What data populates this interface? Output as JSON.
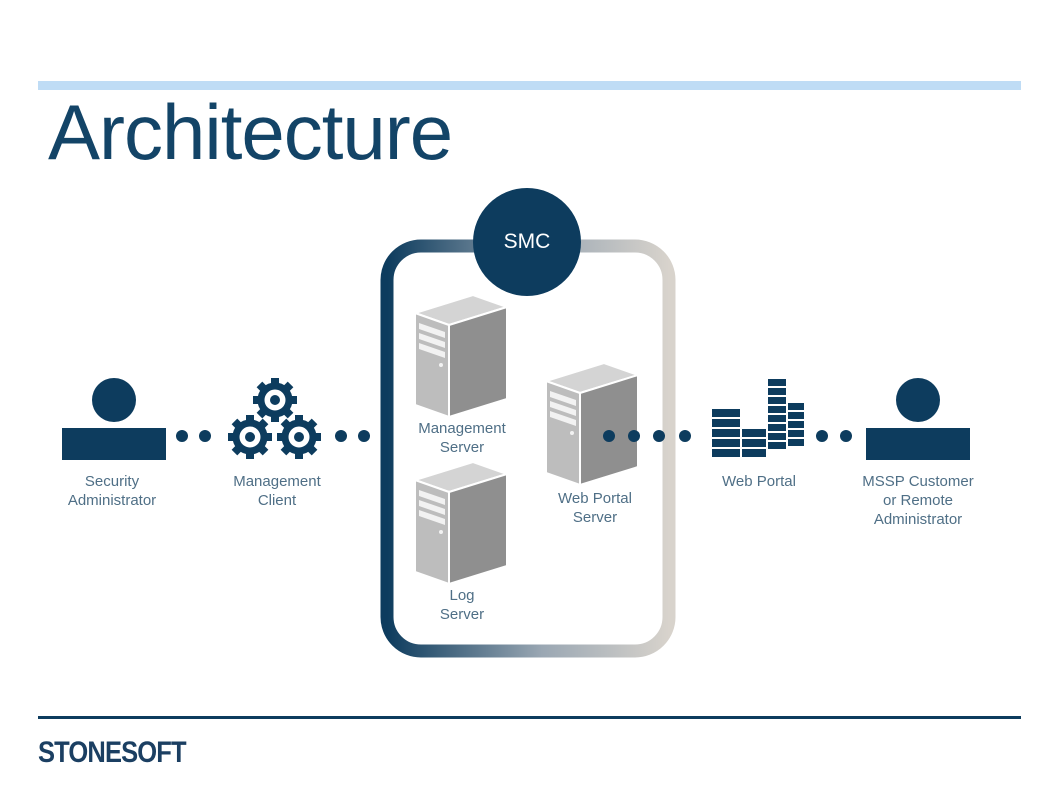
{
  "title": "Architecture",
  "logo": "STONESOFT",
  "smc": "SMC",
  "nodes": {
    "security_admin": {
      "line1": "Security",
      "line2": "Administrator"
    },
    "management_client": {
      "line1": "Management",
      "line2": "Client"
    },
    "management_server": {
      "line1": "Management",
      "line2": "Server"
    },
    "log_server": {
      "line1": "Log",
      "line2": "Server"
    },
    "web_portal_server": {
      "line1": "Web Portal",
      "line2": "Server"
    },
    "web_portal": {
      "line1": "Web Portal"
    },
    "mssp_customer": {
      "line1": "MSSP Customer",
      "line2": "or Remote",
      "line3": "Administrator"
    }
  },
  "colors": {
    "navy": "#0d3c5e",
    "server_gray": "#9a9a9a",
    "label": "#4f6f86",
    "accent_bar": "#bfdcf5",
    "frame_light": "#d8d3cc"
  },
  "icons": [
    "person-icon",
    "gears-icon",
    "server-icon",
    "web-portal-icon"
  ]
}
